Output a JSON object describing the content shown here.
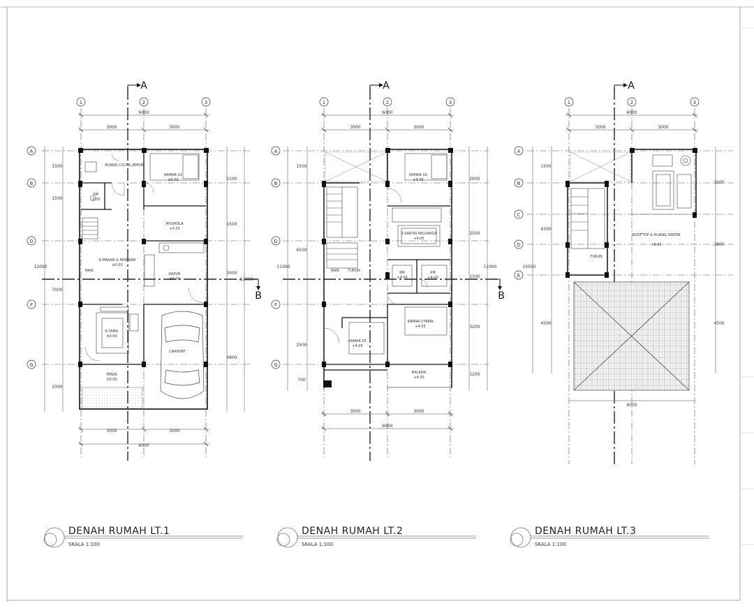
{
  "plans": [
    {
      "title": "DENAH RUMAH LT.1",
      "scale": "SKALA 1:100",
      "grid_cols": [
        "1",
        "2",
        "3"
      ],
      "grid_rows": [
        "A",
        "B",
        "D",
        "F",
        "G"
      ],
      "section_a": "A",
      "section_b": "B",
      "dims_top": {
        "total": "6000",
        "left": "3000",
        "right": "3000"
      },
      "dims_bottom": {
        "total": "6000",
        "left": "3000",
        "right": "3000"
      },
      "dims_left": [
        "1500",
        "1500",
        "7000",
        "2000"
      ],
      "dims_left_total": "12000",
      "dims_right": [
        "2100",
        "1500",
        "3000",
        "4800"
      ],
      "dims_right_total": "12000",
      "rooms": [
        {
          "name": "RUANG CUCI & JEMUR",
          "level": ""
        },
        {
          "name": "KAMAR 01",
          "level": "±0.00"
        },
        {
          "name": "KM",
          "level": "-0.02"
        },
        {
          "name": "MUSHOLA",
          "level": "+0.20"
        },
        {
          "name": "R.MAKAN & MINI BAR",
          "level": "±0.00"
        },
        {
          "name": "DAPUR",
          "level": "±0.00"
        },
        {
          "name": "NAIK",
          "level": ""
        },
        {
          "name": "R.TAMU",
          "level": "±0.00"
        },
        {
          "name": "CARPORT",
          "level": ""
        },
        {
          "name": "TERAS",
          "level": "±0.00"
        }
      ]
    },
    {
      "title": "DENAH RUMAH LT.2",
      "scale": "SKALA 1:100",
      "grid_cols": [
        "1",
        "2",
        "3"
      ],
      "grid_rows": [
        "A",
        "B",
        "D",
        "F",
        "G"
      ],
      "section_a": "A",
      "section_b": "B",
      "dims_top": {
        "total": "6000",
        "left": "3000",
        "right": "3000"
      },
      "dims_bottom": {
        "total": "6000",
        "left": "3000",
        "right": "3000"
      },
      "dims_left": [
        "1500",
        "6500",
        "2500",
        "700"
      ],
      "dims_left_total": "11000",
      "dims_right": [
        "2600",
        "2500",
        "1500",
        "3200",
        "1200"
      ],
      "dims_right_total": "11000",
      "rooms": [
        {
          "name": "KAMAR 02",
          "level": "+4.05"
        },
        {
          "name": "R.SANTAI KELUARGA",
          "level": "+4.05"
        },
        {
          "name": "NAIK",
          "level": ""
        },
        {
          "name": "TURUN",
          "level": ""
        },
        {
          "name": "KM",
          "level": "+4.00"
        },
        {
          "name": "KM",
          "level": "+4.00"
        },
        {
          "name": "KAMAR UTAMA",
          "level": "+4.05"
        },
        {
          "name": "KAMAR 05",
          "level": "+4.05"
        },
        {
          "name": "BALKON",
          "level": "+4.00"
        }
      ]
    },
    {
      "title": "DENAH RUMAH LT.3",
      "scale": "SKALA 1:100",
      "grid_cols": [
        "1",
        "2",
        "3"
      ],
      "grid_rows": [
        "A",
        "B",
        "C",
        "D",
        "E"
      ],
      "section_a": "A",
      "dims_top": {
        "total": "6000",
        "left": "3000",
        "right": "3000"
      },
      "dims_bottom": {
        "total": "6000"
      },
      "dims_left": [
        "1500",
        "4300",
        "4500"
      ],
      "dims_left_total": "10500",
      "dims_right": [
        "1500",
        "2800",
        "4500"
      ],
      "rooms": [
        {
          "name": "ROOFTOP & RUANG SANTAI",
          "level": "+8.05"
        },
        {
          "name": "TURUN",
          "level": ""
        }
      ]
    }
  ]
}
